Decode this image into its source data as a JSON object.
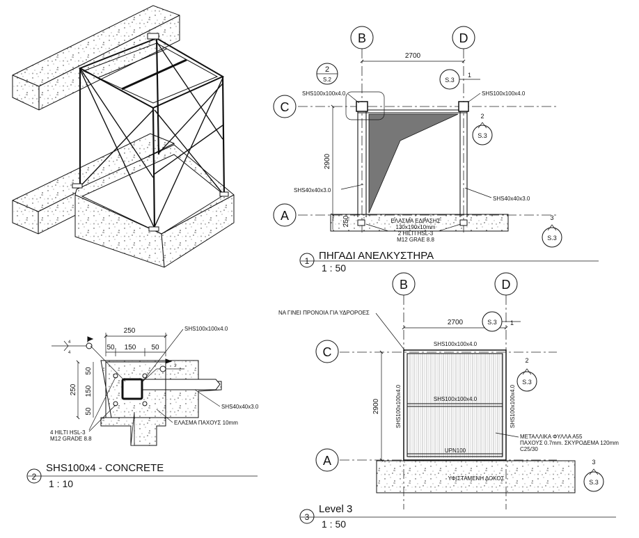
{
  "grids": {
    "B": "B",
    "D": "D",
    "C": "C",
    "A": "A"
  },
  "section_tags": {
    "s2_num": "2",
    "s2_ref": "S.2",
    "s3_ref": "S.3",
    "s3_num1": "1",
    "s3_num2": "2",
    "s3_num3": "3"
  },
  "view1": {
    "dim_width": "2700",
    "dim_height": "2900",
    "dim_base": "250",
    "label_col_left": "SHS100x100x4.0",
    "label_col_right": "SHS100x100x4.0",
    "label_brace_left": "SHS40x40x3.0",
    "label_brace_right": "SHS40x40x3.0",
    "plate_line1": "ΕΛΑΣΜΑ ΕΔΡΑΣΗΣ",
    "plate_line2": "130x190x10mm",
    "plate_line3": "2 HILTI HSL-3",
    "plate_line4": "M12 GRAE 8.8",
    "title_number": "1",
    "title": "ΠΗΓΑΔΙ ΑΝΕΛΚΥΣΤΗΡΑ",
    "scale": "1 : 50"
  },
  "view2": {
    "dim_total": "250",
    "dim_a": "50",
    "dim_b": "150",
    "dim_c": "50",
    "dim_v_total": "250",
    "dim_v_a": "50",
    "dim_v_b": "150",
    "dim_v_c": "50",
    "weld_num1": "4",
    "weld_num2": "4",
    "weld_num3": "3",
    "label_col": "SHS100x100x4.0",
    "label_brace": "SHS40x40x3.0",
    "label_plate": "ΕΛΑΣΜΑ ΠΑΧΟΥΣ 10mm",
    "label_anchor1": "4 HILTI HSL-3",
    "label_anchor2": "M12 GRADE 8.8",
    "title_number": "2",
    "title": "SHS100x4 - CONCRETE",
    "scale": "1 : 10"
  },
  "view3": {
    "note_top": "ΝΑ ΓΙΝΕΙ ΠΡΟΝΟΙΑ ΓΙΑ ΥΔΡΟΡΟΕΣ",
    "dim_width": "2700",
    "dim_height": "2900",
    "label_top": "SHS100x100x4.0",
    "label_mid": "SHS100x100x4.0",
    "label_col_left": "SHS100x100x4.0",
    "label_col_right": "SHS100x100x4.0",
    "label_bottom": "UPN100",
    "label_beam": "ΥΦΙΣΤΑΜΕΝΗ ΔΟΚΟΣ",
    "sheet_line1": "ΜΕΤΑΛΛΙΚΑ ΦΥΛΛΑ Α55",
    "sheet_line2": "ΠΑΧΟΥΣ 0.7mm. ΣΚΥΡΟΔΕΜΑ 120mm",
    "sheet_line3": "C25/30",
    "title_number": "3",
    "title": "Level 3",
    "scale": "1 : 50"
  }
}
